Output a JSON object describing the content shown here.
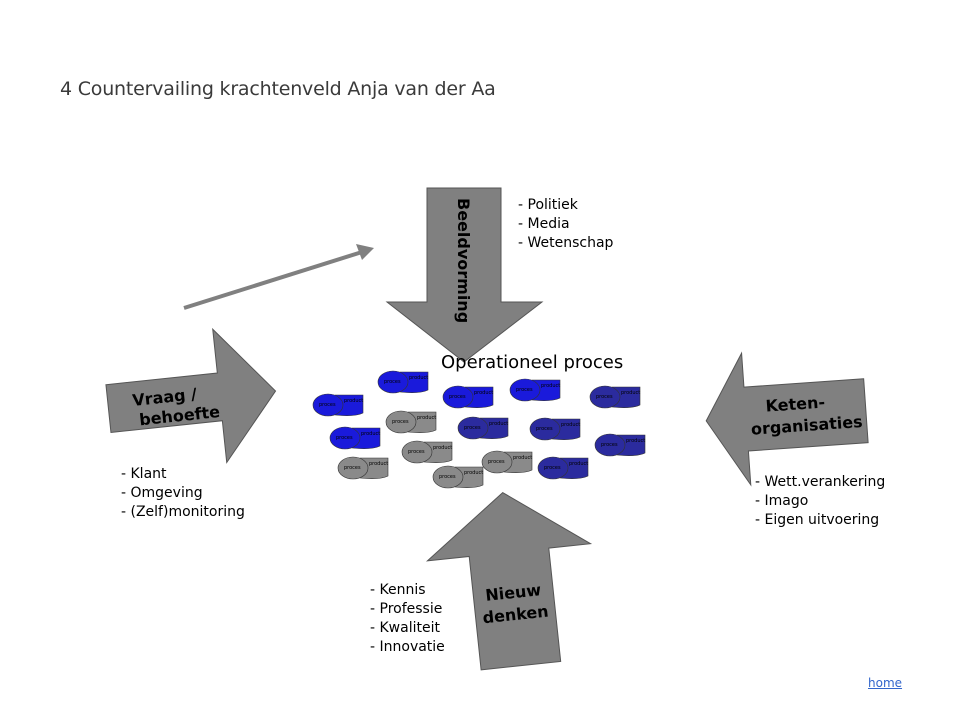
{
  "title": "4 Countervailing krachtenveld Anja van der Aa",
  "center_label": "Operationeel proces",
  "forces": {
    "top": {
      "label": "Beeldvorming",
      "items": [
        "- Politiek",
        "- Media",
        "- Wetenschap"
      ]
    },
    "left": {
      "label_line1": "Vraag /",
      "label_line2": "behoefte",
      "items": [
        "- Klant",
        "- Omgeving",
        "- (Zelf)monitoring"
      ]
    },
    "right": {
      "label_line1": "Keten-",
      "label_line2": "organisaties",
      "items": [
        "- Wett.verankering",
        "- Imago",
        "- Eigen uitvoering"
      ]
    },
    "bottom": {
      "label_line1": "Nieuw",
      "label_line2": "denken",
      "items": [
        "- Kennis",
        "- Professie",
        "- Kwaliteit",
        "- Innovatie"
      ]
    }
  },
  "chips": {
    "left_text": "proces",
    "right_text": "product"
  },
  "colors": {
    "arrow_fill": "#808080",
    "blue_chip": "#1a1adb",
    "navy_chip": "#2b2b9e",
    "grey_chip": "#8a8a8a"
  },
  "home_link": "home"
}
